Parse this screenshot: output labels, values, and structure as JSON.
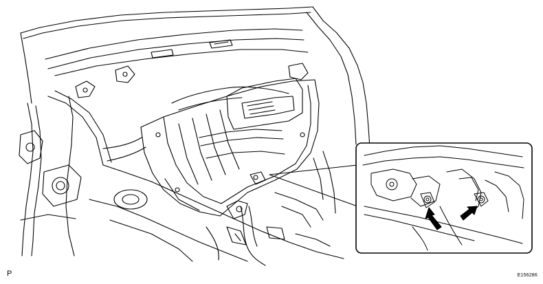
{
  "figure": {
    "view_label": "P",
    "figure_id": "E156286",
    "ink_color": "#000000",
    "paper_color": "#ffffff",
    "callout_arrow_count": 2
  }
}
